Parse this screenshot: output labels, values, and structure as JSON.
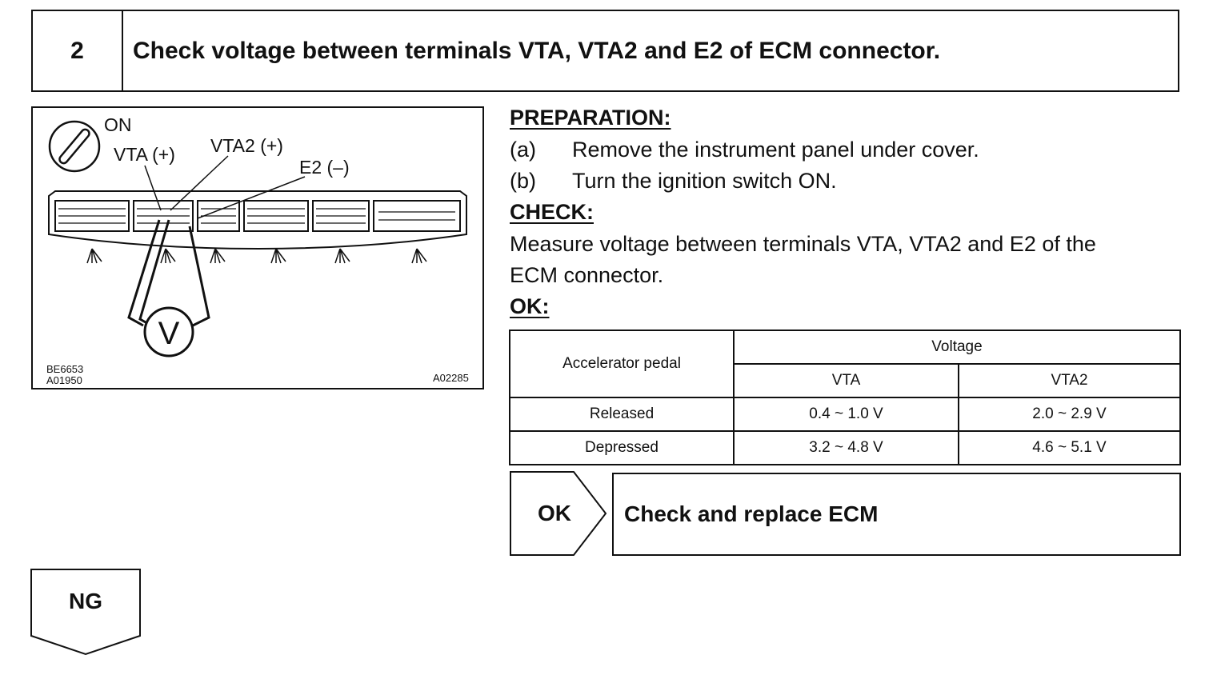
{
  "step": {
    "number": "2",
    "title": "Check voltage between terminals VTA, VTA2 and E2 of ECM connector."
  },
  "figure": {
    "switch_label": "ON",
    "terminal_vta": "VTA (+)",
    "terminal_vta2": "VTA2 (+)",
    "terminal_e2": "E2 (–)",
    "meter_symbol": "V",
    "code_top": "BE6653",
    "code_bottom": "A01950",
    "code_right": "A02285"
  },
  "preparation": {
    "heading": "PREPARATION:",
    "steps": [
      {
        "letter": "(a)",
        "text": "Remove the instrument panel under cover."
      },
      {
        "letter": "(b)",
        "text": "Turn the ignition switch ON."
      }
    ]
  },
  "check": {
    "heading": "CHECK:",
    "lines": [
      "Measure voltage between terminals VTA, VTA2 and E2 of the",
      "ECM connector."
    ]
  },
  "ok_heading": "OK:",
  "table": {
    "row_header": "Accelerator pedal",
    "group_header": "Voltage",
    "columns": [
      "VTA",
      "VTA2"
    ],
    "rows": [
      {
        "label": "Released",
        "values": [
          "0.4 ~ 1.0 V",
          "2.0 ~ 2.9 V"
        ]
      },
      {
        "label": "Depressed",
        "values": [
          "3.2 ~ 4.8 V",
          "4.6 ~ 5.1 V"
        ]
      }
    ]
  },
  "result_ok": {
    "label": "OK",
    "action": "Check and replace ECM"
  },
  "result_ng": {
    "label": "NG"
  }
}
